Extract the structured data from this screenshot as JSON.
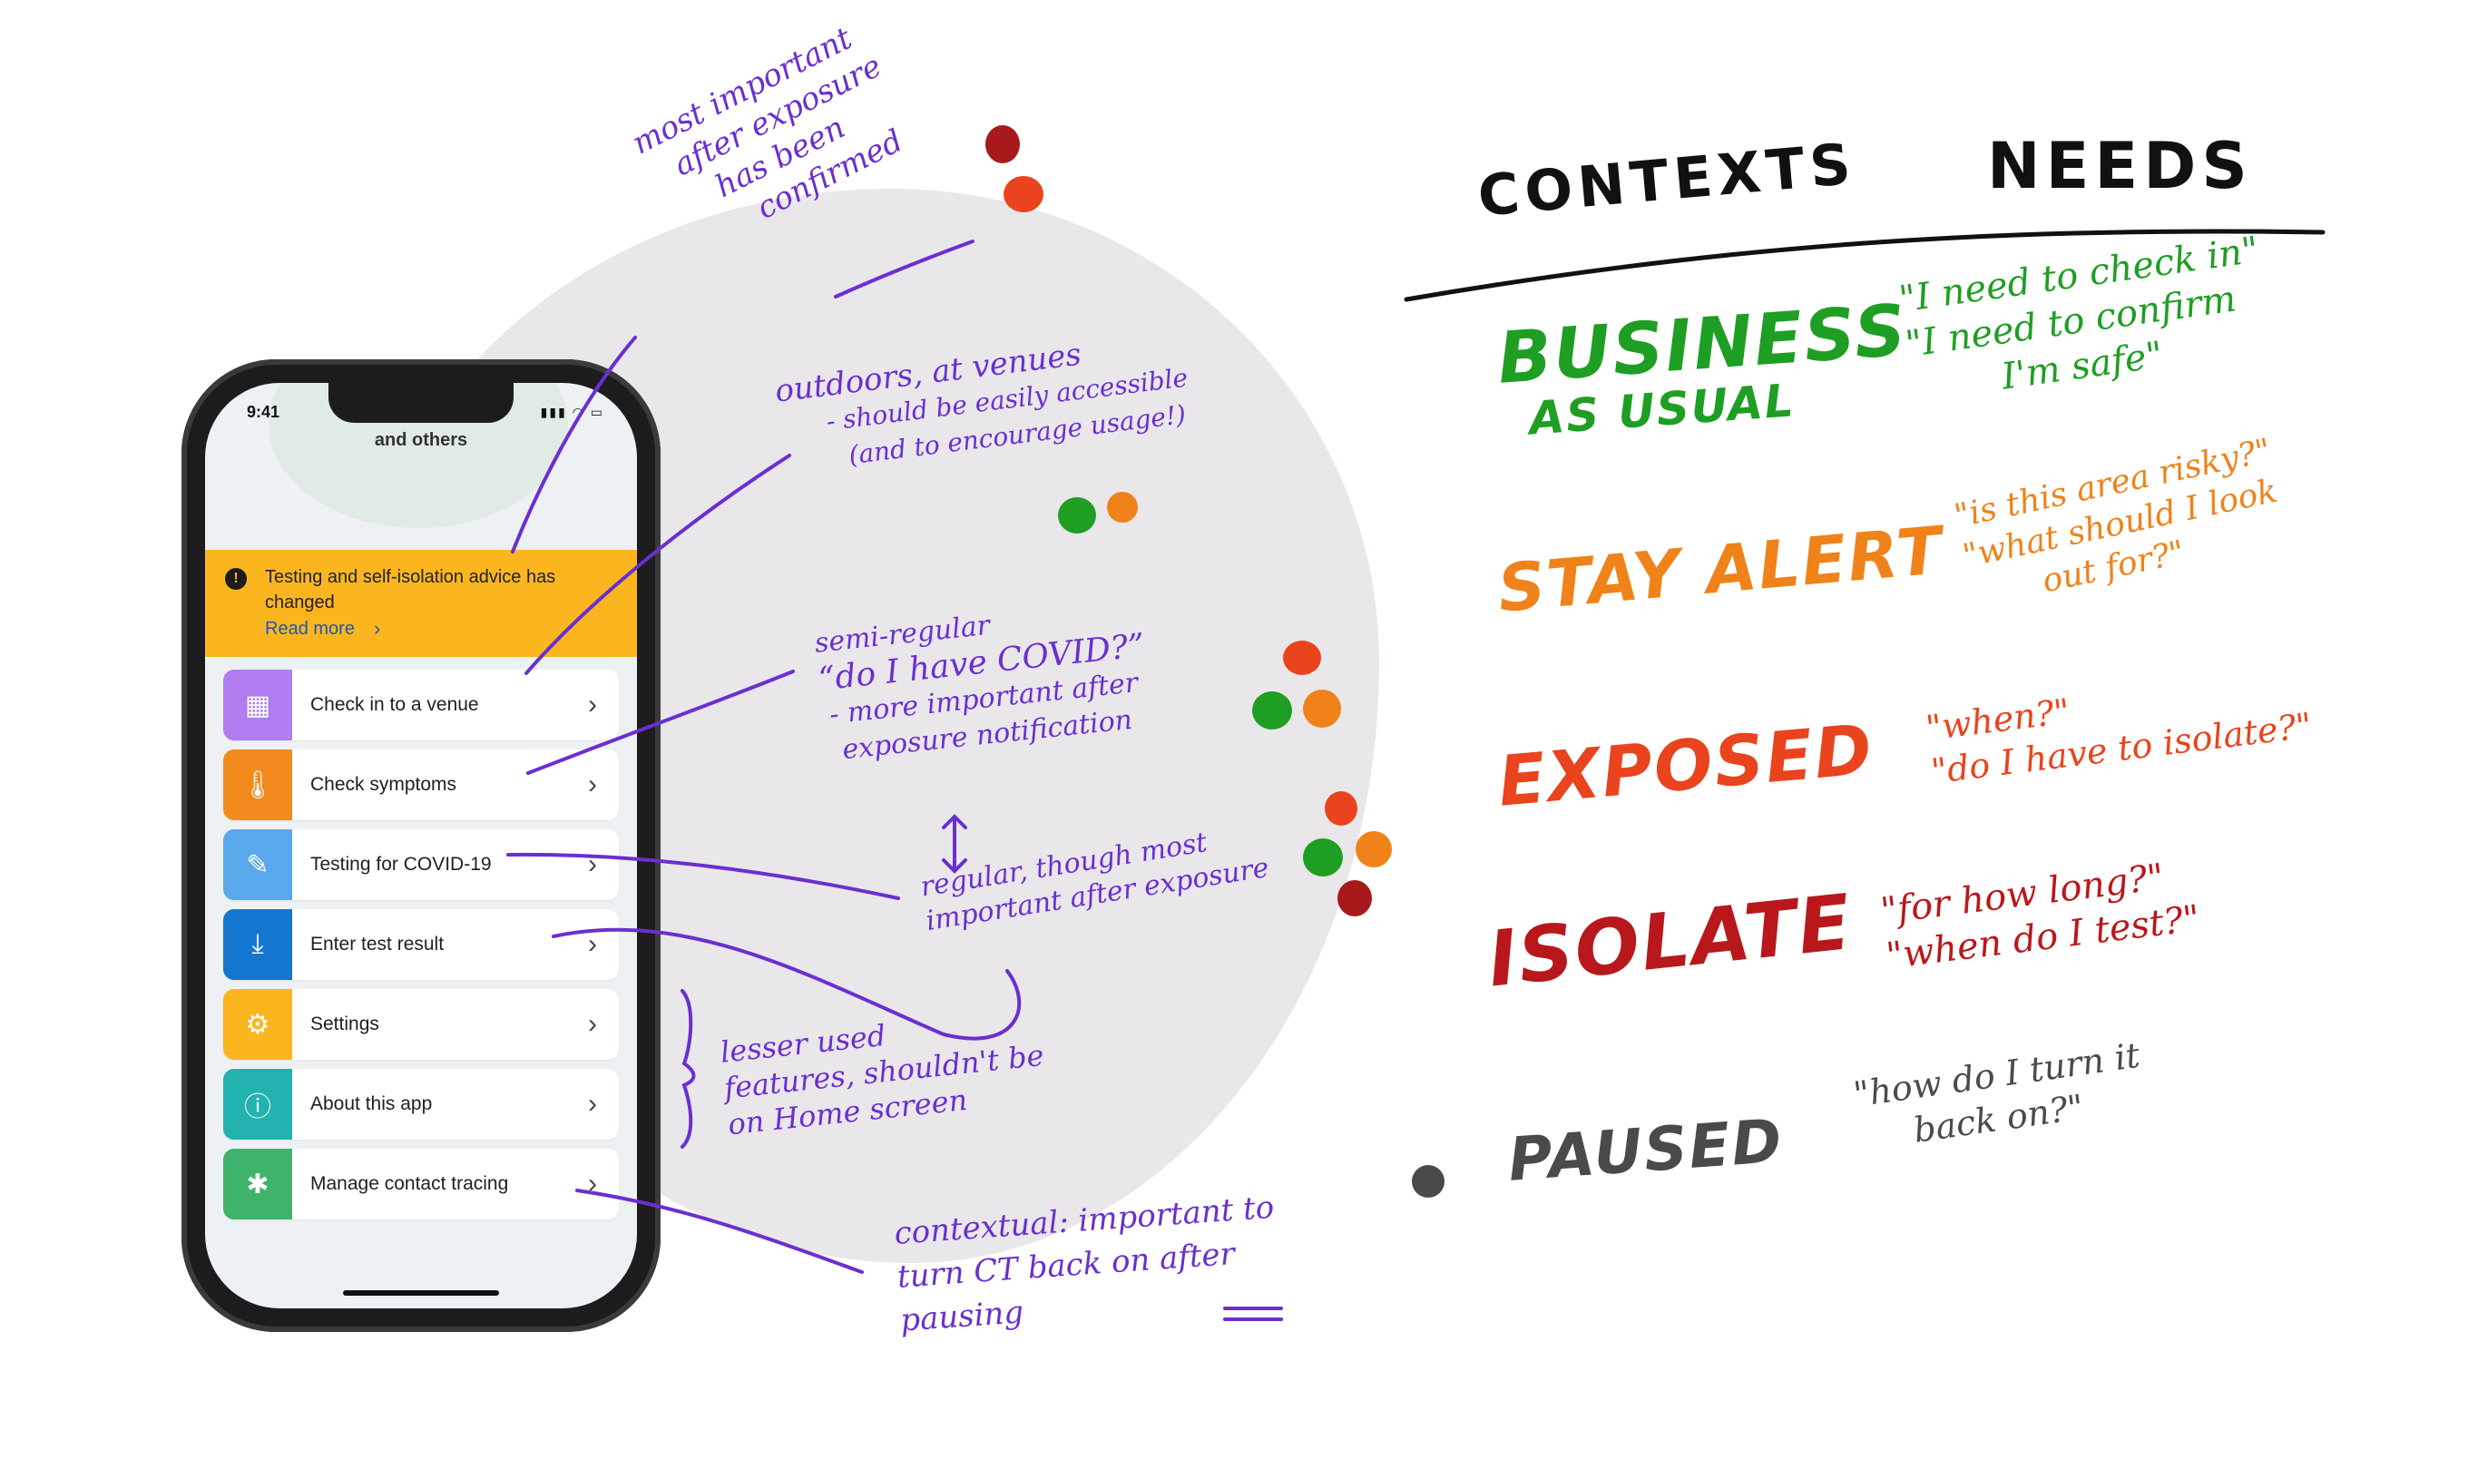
{
  "phone": {
    "time": "9:41",
    "status_icons": "▮▮▮ ◠ ▭",
    "hero_text": "and others",
    "banner": {
      "icon": "!",
      "text": "Testing and self-isolation advice has changed",
      "link": "Read more",
      "chevron": "›"
    },
    "menu": [
      {
        "label": "Check in to a venue",
        "icon": "qr-code-icon",
        "glyph": "▦",
        "color": "#b07cf0"
      },
      {
        "label": "Check symptoms",
        "icon": "thermometer-icon",
        "glyph": "🌡",
        "color": "#f38a1e"
      },
      {
        "label": "Testing for COVID-19",
        "icon": "test-swab-icon",
        "glyph": "✎",
        "color": "#5aa8ec"
      },
      {
        "label": "Enter test result",
        "icon": "download-icon",
        "glyph": "⤓",
        "color": "#1576cf"
      },
      {
        "label": "Settings",
        "icon": "gear-icon",
        "glyph": "⚙",
        "color": "#fbb61f"
      },
      {
        "label": "About this app",
        "icon": "info-icon",
        "glyph": "ⓘ",
        "color": "#22b2b0"
      },
      {
        "label": "Manage contact tracing",
        "icon": "bluetooth-icon",
        "glyph": "✱",
        "color": "#3fb36b"
      }
    ],
    "chevron": "›"
  },
  "annotations": {
    "most_important": [
      "most important",
      "after exposure",
      "has been",
      "confirmed"
    ],
    "outdoors": [
      "outdoors, at venues",
      "- should be easily accessible",
      "(and to encourage usage!)"
    ],
    "semi_regular": [
      "semi-regular",
      "“do I have COVID?”",
      "- more important after",
      "exposure notification"
    ],
    "regular": [
      "regular, though most",
      "important after exposure"
    ],
    "lesser_used": [
      "lesser used",
      "features, shouldn't be",
      "on Home screen"
    ],
    "contextual": [
      "contextual: important to",
      "turn CT back on after",
      "pausing"
    ],
    "arrow": "↕"
  },
  "table": {
    "contexts_header": "CONTEXTS",
    "needs_header": "NEEDS",
    "rows": [
      {
        "context": [
          "BUSINESS",
          "AS USUAL"
        ],
        "needs": [
          "\"I need to check in\"",
          "\"I need to confirm",
          "I'm safe\""
        ],
        "color": "#1f9e24"
      },
      {
        "context": [
          "STAY ALERT"
        ],
        "needs": [
          "\"is this area risky?\"",
          "\"what should I look",
          "out for?\""
        ],
        "color": "#f0821a"
      },
      {
        "context": [
          "EXPOSED"
        ],
        "needs": [
          "\"when?\"",
          "\"do I have to isolate?\""
        ],
        "color": "#e9441d"
      },
      {
        "context": [
          "ISOLATE"
        ],
        "needs": [
          "\"for how long?\"",
          "\"when do I test?\""
        ],
        "color": "#b8181c"
      },
      {
        "context": [
          "PAUSED"
        ],
        "needs": [
          "\"how do I turn it",
          "back on?\""
        ],
        "color": "#4a4a4a"
      }
    ]
  },
  "colors": {
    "ink_purple": "#6a2fd0",
    "dot_darkred": "#a8191c",
    "dot_red": "#e9441d",
    "dot_orange": "#f0821a",
    "dot_green": "#1f9e24",
    "dot_grey": "#4a4a4a"
  }
}
